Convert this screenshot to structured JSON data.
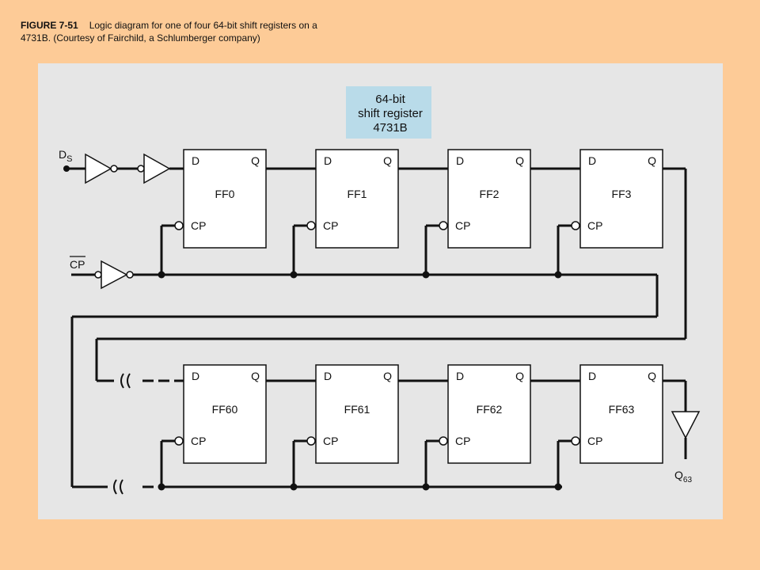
{
  "caption": {
    "figure": "FIGURE 7-51",
    "line1": "Logic diagram for one of four 64-bit shift registers on a",
    "line2": "4731B. (Courtesy of Fairchild, a Schlumberger company)"
  },
  "title_box": {
    "line1": "64-bit",
    "line2": "shift register",
    "line3": "4731B"
  },
  "signals": {
    "data_in_main": "D",
    "data_in_sub": "S",
    "clock_in": "CP",
    "output_main": "Q",
    "output_sub": "63"
  },
  "pins": {
    "d": "D",
    "q": "Q",
    "cp": "CP"
  },
  "flipflops_top": [
    "FF0",
    "FF1",
    "FF2",
    "FF3"
  ],
  "flipflops_bottom": [
    "FF60",
    "FF61",
    "FF62",
    "FF63"
  ],
  "colors": {
    "page_background": "#fdcb97",
    "panel_background": "#e6e6e6",
    "title_box_fill": "#b9dbe9"
  }
}
